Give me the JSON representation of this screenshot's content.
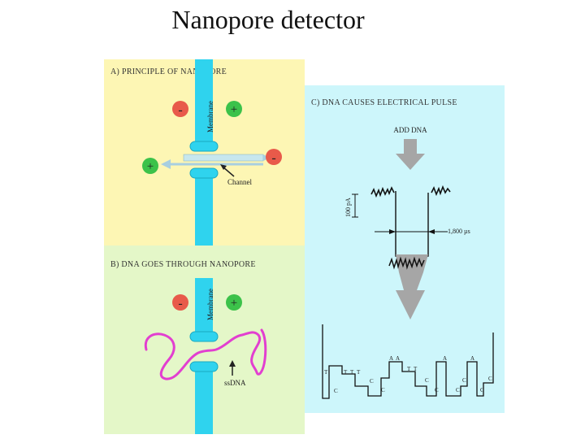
{
  "page": {
    "title": "Nanopore detector"
  },
  "panel_a": {
    "title": "A)  PRINCIPLE OF NANOPORE",
    "membrane_label": "Membrane",
    "channel_label": "Channel",
    "minus": "-",
    "plus": "+"
  },
  "panel_b": {
    "title": "B)  DNA GOES THROUGH NANOPORE",
    "membrane_label": "Membrane",
    "ssdna_label": "ssDNA",
    "minus": "-",
    "plus": "+"
  },
  "panel_c": {
    "title": "C)  DNA CAUSES ELECTRICAL PULSE",
    "add_dna_label": "ADD DNA",
    "current_label": "100 pA",
    "duration_label": "1,800 µs",
    "trace_letters": [
      "T",
      "C",
      "T",
      "T",
      "T",
      "C",
      "C",
      "A",
      "A",
      "T",
      "T",
      "C",
      "C",
      "A",
      "C",
      "C",
      "A",
      "C",
      "C"
    ]
  },
  "colors": {
    "panel_a_bg": "#fdf6b4",
    "panel_b_bg": "#e4f7c8",
    "panel_c_bg": "#cdf6fb",
    "membrane": "#2fd3ee",
    "minus_circle": "#e85a4a",
    "plus_circle": "#3cc24a",
    "dna_strand": "#e23fd0",
    "arrow_gray": "#a6a6a6"
  }
}
